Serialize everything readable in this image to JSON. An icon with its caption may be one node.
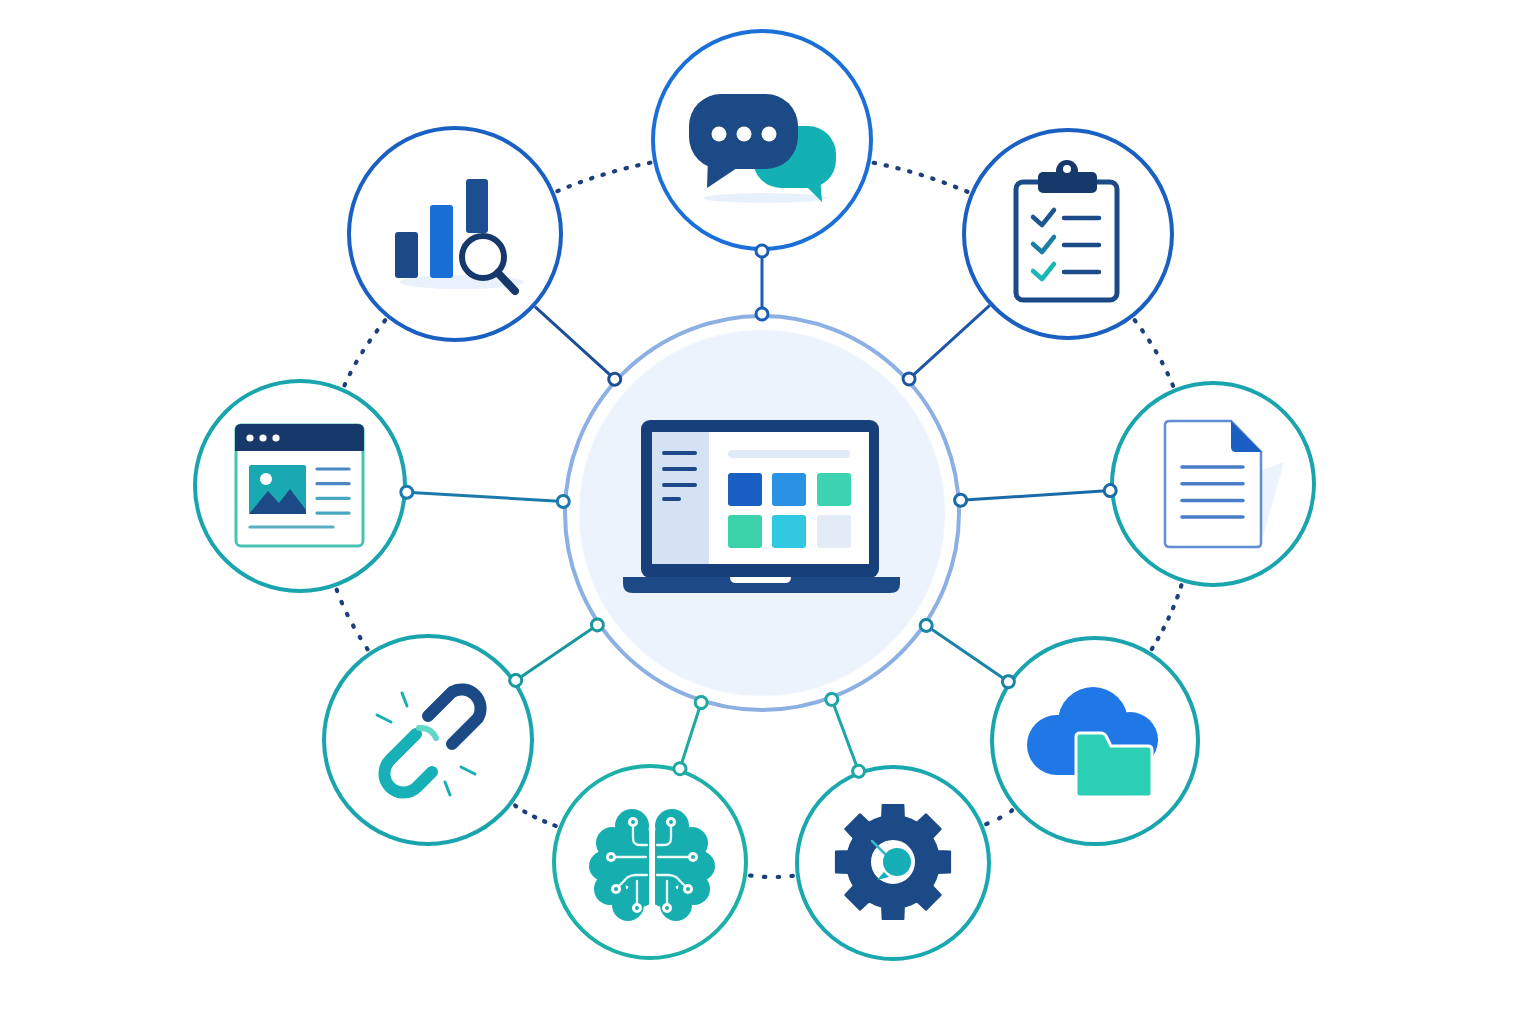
{
  "diagram": {
    "nodes": [
      {
        "text": [],
        "shape": "circle"
      },
      {
        "text": [],
        "shape": "circle"
      },
      {
        "text": [],
        "shape": "circle"
      },
      {
        "text": [],
        "shape": "circle"
      },
      {
        "text": [],
        "shape": "circle"
      },
      {
        "text": [],
        "shape": "circle"
      },
      {
        "text": [],
        "shape": "circle"
      },
      {
        "text": [],
        "shape": "circle"
      },
      {
        "text": [],
        "shape": "circle"
      },
      {
        "text": [],
        "shape": "circle"
      }
    ],
    "edges": [
      {
        "from": 4,
        "to": 0,
        "arrow": "other",
        "color": "#1a5fb4"
      },
      {
        "from": 4,
        "to": 1,
        "arrow": "other",
        "color": "#1d4f96"
      },
      {
        "from": 4,
        "to": 2,
        "arrow": "other",
        "color": "#1d56a6"
      },
      {
        "from": 4,
        "to": 3,
        "arrow": "other",
        "color": "#1a7aac"
      },
      {
        "from": 4,
        "to": 5,
        "arrow": "other",
        "color": "#1a6aa6"
      },
      {
        "from": 4,
        "to": 6,
        "arrow": "other",
        "color": "#17999c"
      },
      {
        "from": 4,
        "to": 7,
        "arrow": "other",
        "color": "#1a84a8"
      },
      {
        "from": 4,
        "to": 8,
        "arrow": "other",
        "color": "#1fa9a2"
      },
      {
        "from": 4,
        "to": 9,
        "arrow": "other",
        "color": "#1da6a8"
      },
      {
        "from": 0,
        "to": 1,
        "arrow": "none",
        "style": "dashed"
      },
      {
        "from": 0,
        "to": 2,
        "arrow": "none",
        "style": "dashed"
      },
      {
        "from": 1,
        "to": 3,
        "arrow": "none",
        "style": "dashed"
      },
      {
        "from": 2,
        "to": 5,
        "arrow": "none",
        "style": "dashed"
      },
      {
        "from": 3,
        "to": 6,
        "arrow": "none",
        "style": "dashed"
      },
      {
        "from": 5,
        "to": 7,
        "arrow": "none",
        "style": "dashed"
      },
      {
        "from": 6,
        "to": 8,
        "arrow": "none",
        "style": "dashed"
      },
      {
        "from": 8,
        "to": 9,
        "arrow": "none",
        "style": "dashed"
      },
      {
        "from": 9,
        "to": 7,
        "arrow": "none",
        "style": "dashed"
      }
    ]
  }
}
